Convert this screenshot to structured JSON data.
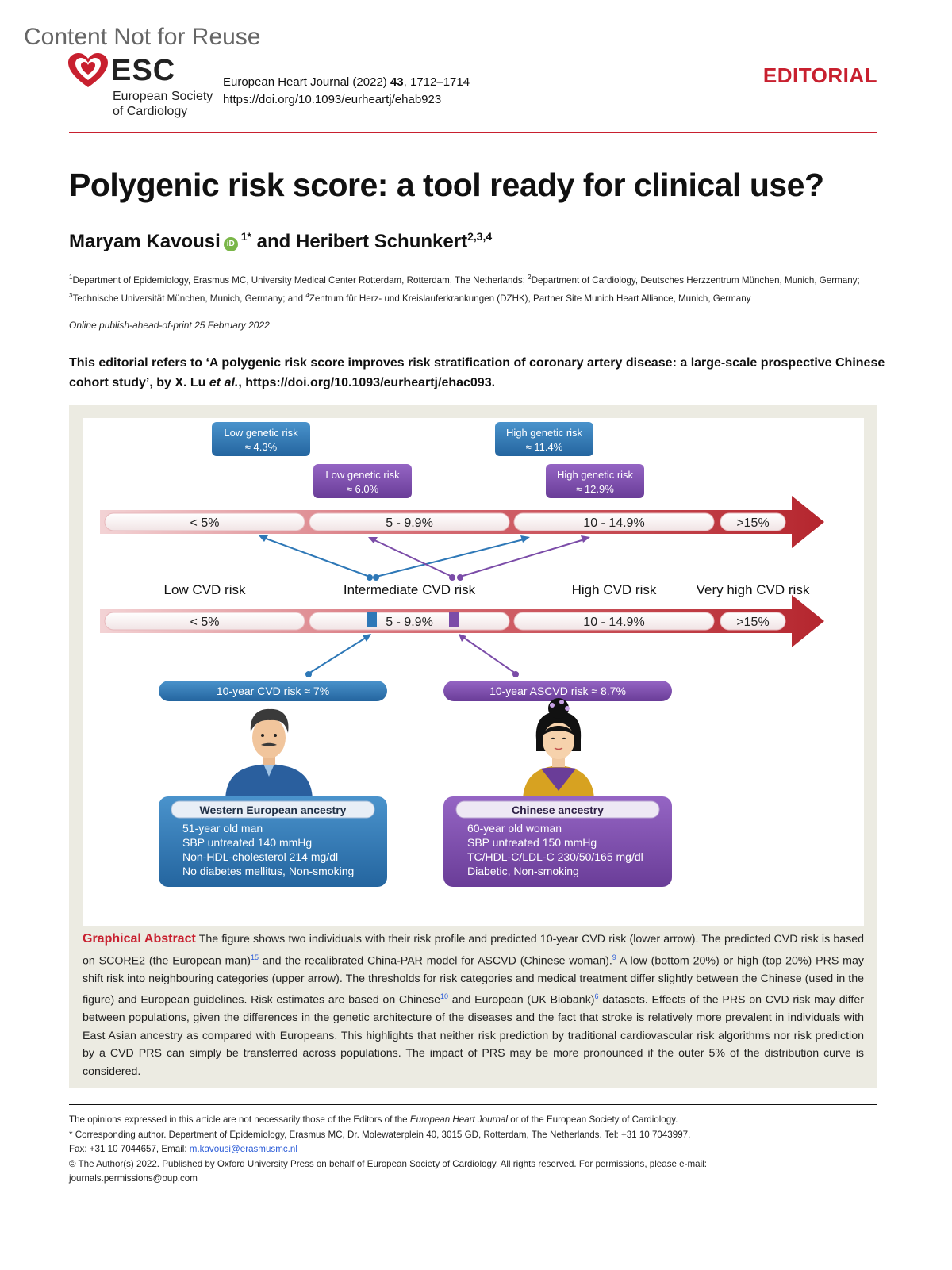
{
  "watermark": "Content Not for Reuse",
  "header": {
    "logo_word": "ESC",
    "logo_sub_1": "European Society",
    "logo_sub_2": "of Cardiology",
    "journal_name": "European Heart Journal (2022)",
    "volume": "43",
    "pages": ", 1712–1714",
    "doi": "https://doi.org/10.1093/eurheartj/ehab923",
    "section": "EDITORIAL"
  },
  "title": "Polygenic risk score: a tool ready for clinical use?",
  "authors": {
    "author1": "Maryam Kavousi",
    "author1_sup": "1*",
    "and": "and",
    "author2": "Heribert Schunkert",
    "author2_sup": "2,3,4"
  },
  "affiliations": {
    "s1": "1",
    "t1": "Department of Epidemiology, Erasmus MC, University Medical Center Rotterdam, Rotterdam, The Netherlands; ",
    "s2": "2",
    "t2": "Department of Cardiology, Deutsches Herzzentrum München, Munich, Germany; ",
    "s3": "3",
    "t3": "Technische Universität München, Munich, Germany; and ",
    "s4": "4",
    "t4": "Zentrum für Herz- und Kreislauferkrankungen (DZHK), Partner Site Munich Heart Alliance, Munich, Germany"
  },
  "online": "Online publish-ahead-of-print 25 February 2022",
  "refers": {
    "a": "This editorial refers to ‘A polygenic risk score improves risk stratification of coronary artery disease: a large-scale prospective Chinese cohort study’, by X. Lu ",
    "etal": "et al.",
    "b": ", https://doi.org/10.1093/eurheartj/ehac093."
  },
  "figure": {
    "top_boxes": [
      {
        "l1": "Low genetic risk",
        "l2": "≈ 4.3%"
      },
      {
        "l1": "Low genetic risk",
        "l2": "≈ 6.0%"
      },
      {
        "l1": "High genetic risk",
        "l2": "≈ 11.4%"
      },
      {
        "l1": "High genetic risk",
        "l2": "≈ 12.9%"
      }
    ],
    "arrow_segments": [
      "< 5%",
      "5 - 9.9%",
      "10 - 14.9%",
      ">15%"
    ],
    "categories": [
      "Low CVD risk",
      "Intermediate CVD risk",
      "High CVD risk",
      "Very high CVD risk"
    ],
    "risk_pills": [
      "10-year CVD risk ≈ 7%",
      "10-year ASCVD risk ≈ 8.7%"
    ],
    "people": [
      {
        "title": "Western European ancestry",
        "lines": [
          "51-year old man",
          "SBP untreated 140 mmHg",
          "Non-HDL-cholesterol 214 mg/dl",
          "No diabetes mellitus, Non-smoking"
        ]
      },
      {
        "title": "Chinese ancestry",
        "lines": [
          "60-year old woman",
          "SBP untreated 150 mmHg",
          "TC/HDL-C/LDL-C 230/50/165 mg/dl",
          "Diabetic, Non-smoking"
        ]
      }
    ],
    "colors": {
      "blue": "#2e78b7",
      "purple": "#7b4ca8",
      "red": "#b5262e"
    }
  },
  "caption": {
    "label": "Graphical Abstract",
    "t1": " The figure shows two individuals with their risk profile and predicted 10-year CVD risk (lower arrow). The predicted CVD risk is based on SCORE2 (the European man)",
    "r1": "15",
    "t2": " and the recalibrated China-PAR model for ASCVD (Chinese woman).",
    "r2": "9",
    "t3": " A low (bottom 20%) or high (top 20%) PRS may shift risk into neighbouring categories (upper arrow). The thresholds for risk categories and medical treatment differ slightly between the Chinese (used in the figure) and European guidelines. Risk estimates are based on Chinese",
    "r3": "10",
    "t4": " and European (UK Biobank)",
    "r4": "6",
    "t5": " datasets. Effects of the PRS on CVD risk may differ between populations, given the differences in the genetic architecture of the diseases and the fact that stroke is relatively more prevalent in individuals with East Asian ancestry as compared with Europeans. This highlights that neither risk prediction by traditional cardiovascular risk algorithms nor risk prediction by a CVD PRS can simply be transferred across populations. The impact of PRS may be more pronounced if the outer 5% of the distribution curve is considered."
  },
  "footer": {
    "f1a": "The opinions expressed in this article are not necessarily those of the Editors of the ",
    "f1i": "European Heart Journal",
    "f1b": " or of the European Society of Cardiology.",
    "f2": "* Corresponding author. Department of Epidemiology, Erasmus MC, Dr. Molewaterplein 40, 3015 GD, Rotterdam, The Netherlands. Tel: +31 10 7043997,",
    "f3a": "Fax: +31 10 7044657, Email: ",
    "email": "m.kavousi@erasmusmc.nl",
    "f4": "© The Author(s) 2022. Published by Oxford University Press on behalf of European Society of Cardiology. All rights reserved. For permissions, please e-mail:",
    "f5": "journals.permissions@oup.com"
  }
}
